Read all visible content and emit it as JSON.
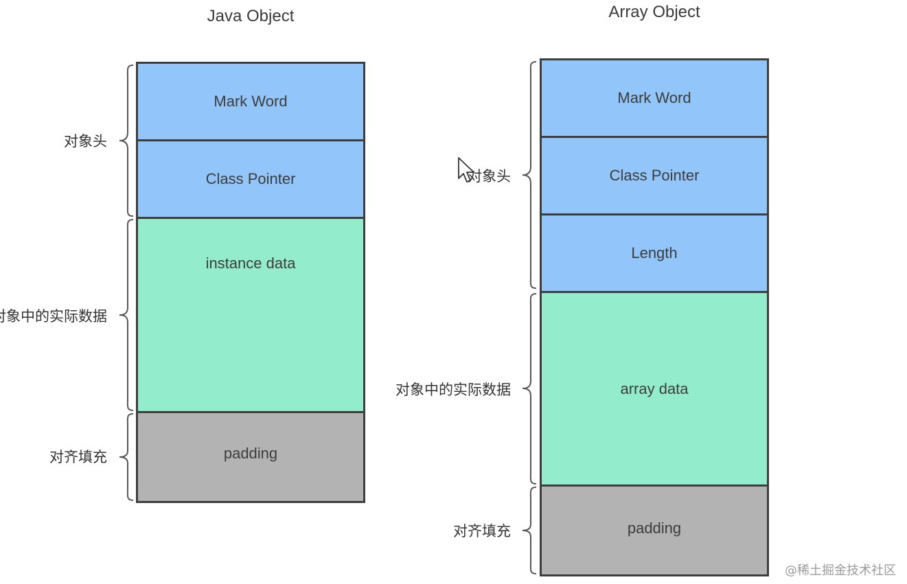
{
  "diagrams": [
    {
      "title": "Java Object",
      "blocks": [
        {
          "label": "Mark Word",
          "kind": "header"
        },
        {
          "label": "Class Pointer",
          "kind": "header"
        },
        {
          "label": "instance data",
          "kind": "data"
        },
        {
          "label": "padding",
          "kind": "pad"
        }
      ],
      "groups": [
        {
          "label": "对象头"
        },
        {
          "label": "对象中的实际数据"
        },
        {
          "label": "对齐填充"
        }
      ]
    },
    {
      "title": "Array Object",
      "blocks": [
        {
          "label": "Mark Word",
          "kind": "header"
        },
        {
          "label": "Class Pointer",
          "kind": "header"
        },
        {
          "label": "Length",
          "kind": "header"
        },
        {
          "label": "array data",
          "kind": "data"
        },
        {
          "label": "padding",
          "kind": "pad"
        }
      ],
      "groups": [
        {
          "label": "对象头"
        },
        {
          "label": "对象中的实际数据"
        },
        {
          "label": "对齐填充"
        }
      ]
    }
  ],
  "watermark": "@稀土掘金技术社区",
  "colors": {
    "header": "#92c5fa",
    "data": "#93edcc",
    "padding": "#b3b3b3",
    "border": "#3d3d3d"
  },
  "icons": [
    "mouse-cursor-icon",
    "curly-brace-icon"
  ]
}
